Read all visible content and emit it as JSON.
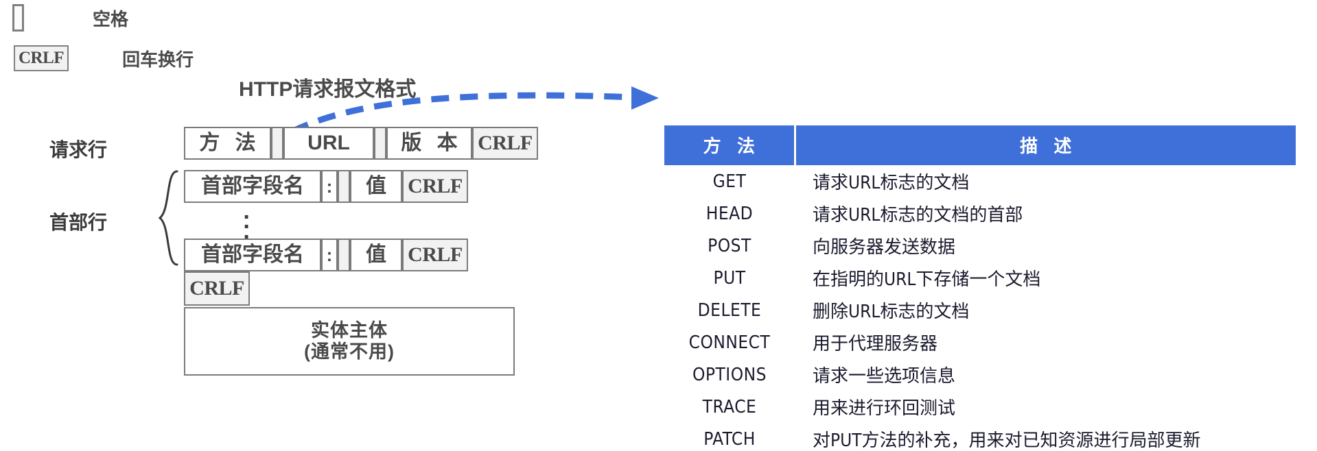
{
  "legend": {
    "items": [
      {
        "glyph": "space-box",
        "label": "空格"
      },
      {
        "glyph": "CRLF",
        "label": "回车换行"
      }
    ],
    "space_label": "空格",
    "crlf_glyph": "CRLF",
    "crlf_label": "回车换行"
  },
  "title": "HTTP请求报文格式",
  "diagram": {
    "labels": {
      "request_line": "请求行",
      "header_lines": "首部行"
    },
    "request_line_cells": [
      "方 法",
      "",
      "URL",
      "",
      "版 本",
      "CRLF"
    ],
    "request_line": {
      "method": "方 法",
      "url": "URL",
      "version": "版 本",
      "crlf": "CRLF"
    },
    "header_line": {
      "field_name": "首部字段名",
      "colon": ":",
      "value": "值",
      "crlf": "CRLF"
    },
    "vertical_dots": "⋮",
    "blank_line_crlf": "CRLF",
    "entity_body": {
      "line1": "实体主体",
      "line2": "(通常不用)"
    }
  },
  "method_table": {
    "headers": [
      "方 法",
      "描 述"
    ],
    "header_method": "方 法",
    "header_desc": "描 述",
    "rows": [
      {
        "method": "GET",
        "desc": "请求URL标志的文档"
      },
      {
        "method": "HEAD",
        "desc": "请求URL标志的文档的首部"
      },
      {
        "method": "POST",
        "desc": "向服务器发送数据"
      },
      {
        "method": "PUT",
        "desc": "在指明的URL下存储一个文档"
      },
      {
        "method": "DELETE",
        "desc": "删除URL标志的文档"
      },
      {
        "method": "CONNECT",
        "desc": "用于代理服务器"
      },
      {
        "method": "OPTIONS",
        "desc": "请求一些选项信息"
      },
      {
        "method": "TRACE",
        "desc": "用来进行环回测试"
      },
      {
        "method": "PATCH",
        "desc": "对PUT方法的补充，用来对已知资源进行局部更新"
      }
    ]
  },
  "colors": {
    "table_header_bg": "#3f6fd8",
    "arrow_blue": "#3f6fd8",
    "box_border": "#7a7a7a",
    "text_dark": "#4a4a4a",
    "shaded_cell": "#f2f2f2"
  }
}
